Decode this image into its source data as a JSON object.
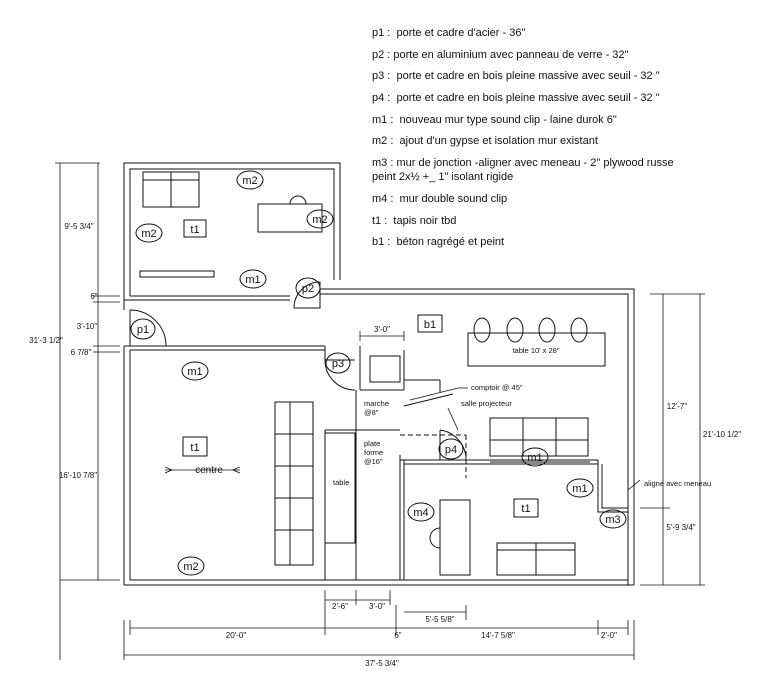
{
  "legend": [
    {
      "code": "p1",
      "text": "p1 :  porte et cadre d'acier - 36\""
    },
    {
      "code": "p2",
      "text": "p2 : porte en aluminium avec panneau de verre - 32\""
    },
    {
      "code": "p3",
      "text": "p3 :  porte et cadre en bois pleine massive avec seuil - 32 \""
    },
    {
      "code": "p4",
      "text": "p4 :  porte et cadre en bois pleine massive avec seuil - 32 \""
    },
    {
      "code": "m1",
      "text": "m1 :  nouveau mur type sound clip - laine durok 6\""
    },
    {
      "code": "m2",
      "text": "m2 :  ajout d'un gypse et isolation mur existant"
    },
    {
      "code": "m3",
      "text": "m3 : mur de jonction -aligner avec meneau - 2\" plywood russe\npeint 2x½ +_ 1\" isolant rigide"
    },
    {
      "code": "m4",
      "text": "m4 :  mur double sound clip"
    },
    {
      "code": "t1",
      "text": "t1 :  tapis noir tbd"
    },
    {
      "code": "b1",
      "text": "b1 :  béton ragrégé et peint"
    }
  ],
  "tags": {
    "m2_top": "m2",
    "t1_top": "t1",
    "m2_top_right": "m2",
    "m2_top_left": "m2",
    "m1_top": "m1",
    "p2": "p2",
    "p1": "p1",
    "b1": "b1",
    "p3": "p3",
    "m1_main": "m1",
    "t1_main": "t1",
    "m2_bottom": "m2",
    "p4": "p4",
    "m1_mid": "m1",
    "m1_right": "m1",
    "m3": "m3",
    "m4": "m4",
    "t1_right": "t1"
  },
  "labels": {
    "table_big": "table 10' x 28\"",
    "comptoir": "comptoir @ 45\"",
    "salle_projecteur": "salle projecteur",
    "marche_1": "marche",
    "marche_2": "@8\"",
    "plate_1": "plate",
    "plate_2": "forme",
    "plate_3": "@16\"",
    "table_small": "table",
    "centre": "centre",
    "aligne": "aligne avec meneau"
  },
  "dims": {
    "left_top": "9'-5 3/4\"",
    "left_6": "6\"",
    "left_310": "3'-10\"",
    "left_678": "6 7/8\"",
    "left_total": "31'-3 1/2\"",
    "left_main": "16'-10 7/8\"",
    "top_30": "3'-0\"",
    "right_127": "12'-7\"",
    "right_total": "21'-10 1/2\"",
    "right_593": "5'-9 3/4\"",
    "b_26": "2'-6\"",
    "b_30": "3'-0\"",
    "b_5558": "5'-5 5/8\"",
    "b_200": "20'-0\"",
    "b_6": "6\"",
    "b_14758": "14'-7 5/8\"",
    "b_20": "2'-0\"",
    "b_total": "37'-5 3/4\""
  }
}
